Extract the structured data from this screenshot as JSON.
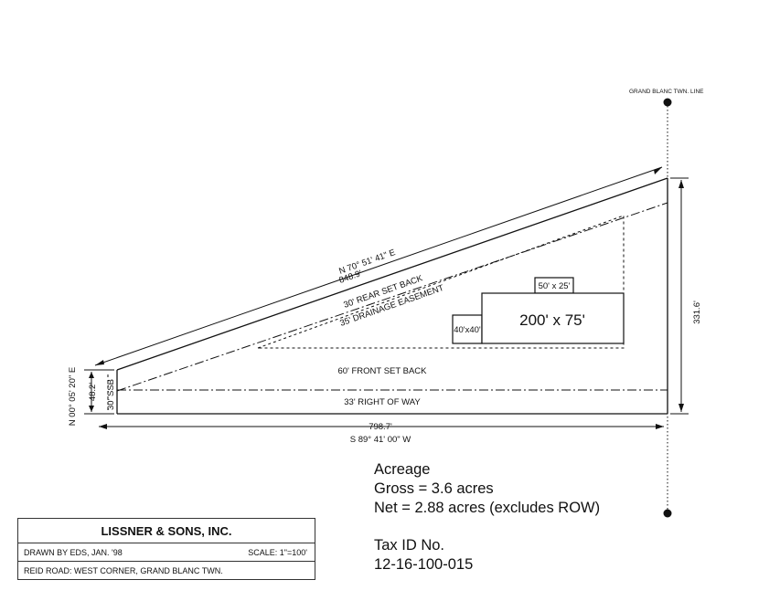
{
  "plat": {
    "twn_line_label": "GRAND BLANC TWN. LINE",
    "north_bearing": "N 70° 51' 41\" E",
    "north_distance": "848.9'",
    "rear_setback": "30' REAR SET BACK",
    "drainage_easement": "35' DRAINAGE EASEMENT",
    "building_main": "200' x 75'",
    "building_addition": "50' x 25'",
    "building_small": "40'x40'",
    "east_distance": "331.6'",
    "west_bearing": "N 00° 05' 20\" E",
    "west_distance": "48.2'",
    "side_setback": "30' SSB",
    "front_setback": "60' FRONT SET BACK",
    "right_of_way": "33' RIGHT OF WAY",
    "south_distance": "798.7'",
    "south_bearing": "S 89° 41' 00\" W"
  },
  "notes": {
    "acreage_heading": "Acreage",
    "gross": "Gross = 3.6 acres",
    "net": "Net = 2.88 acres (excludes ROW)",
    "tax_heading": "Tax ID No.",
    "tax_id": "12-16-100-015"
  },
  "title_block": {
    "firm": "LISSNER & SONS, INC.",
    "drawn_by": "DRAWN BY EDS, JAN. '98",
    "scale": "SCALE:  1\"=100'",
    "location": "REID ROAD:  WEST CORNER, GRAND BLANC TWN."
  }
}
